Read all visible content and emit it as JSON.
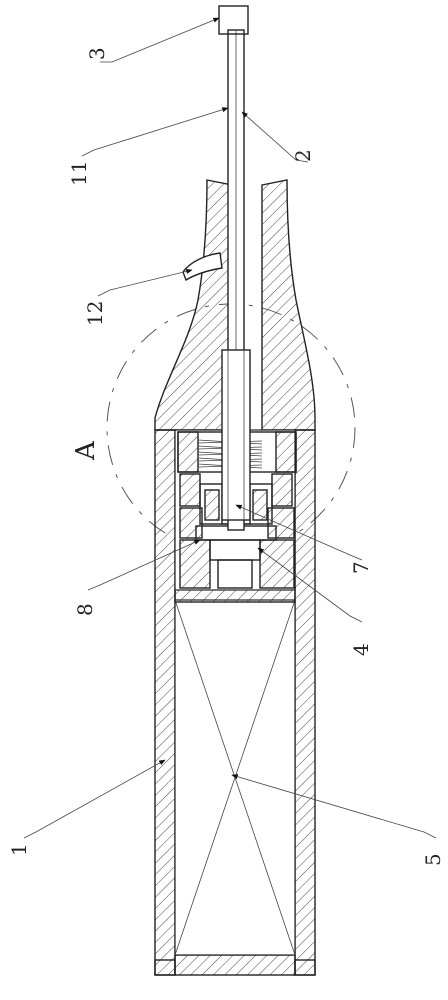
{
  "labels": {
    "l1": "1",
    "l2": "2",
    "l3": "3",
    "l4": "4",
    "l5": "5",
    "l7": "7",
    "l8": "8",
    "l11": "11",
    "l12": "12",
    "detail": "A"
  }
}
